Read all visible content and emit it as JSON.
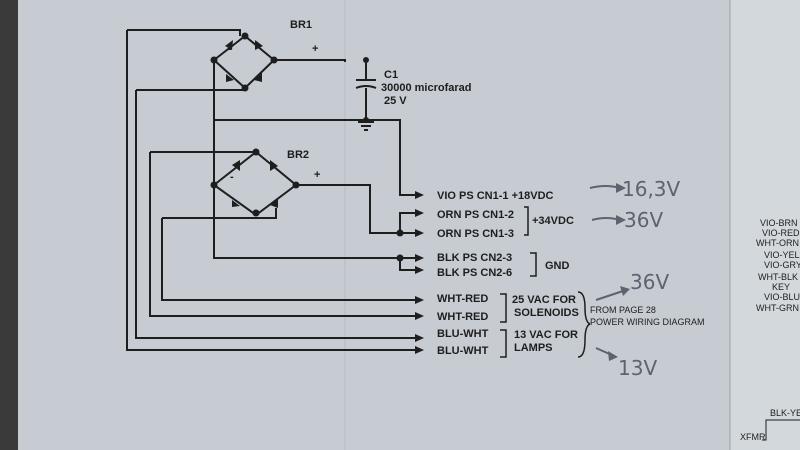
{
  "bridges": {
    "br1": {
      "label": "BR1",
      "minus": "-",
      "plus": "+"
    },
    "br2": {
      "label": "BR2",
      "minus": "-",
      "plus": "+"
    }
  },
  "capacitor": {
    "name": "C1",
    "value": "30000 microfarad",
    "voltage": "25 V"
  },
  "connectors": {
    "vio": "VIO PS CN1-1 +18VDC",
    "orn1": "ORN PS CN1-2",
    "orn2": "ORN PS CN1-3",
    "orn_voltage": "+34VDC",
    "blk1": "BLK PS CN2-3",
    "blk2": "BLK PS CN2-6",
    "gnd": "GND",
    "wht_red_1": "WHT-RED",
    "wht_red_2": "WHT-RED",
    "solenoid_line1": "25 VAC FOR",
    "solenoid_line2": "SOLENOIDS",
    "blu_wht_1": "BLU-WHT",
    "blu_wht_2": "BLU-WHT",
    "lamps_line1": "13 VAC FOR",
    "lamps_line2": "LAMPS",
    "from_page_1": "FROM PAGE 28",
    "from_page_2": "POWER WIRING DIAGRAM"
  },
  "handwritten": {
    "vio_measured": "16,3V",
    "orn_measured": "36V",
    "solenoid_measured": "36V",
    "lamps_measured": "13V"
  },
  "right_page_fragments": [
    "VIO-BRN",
    "VIO-RED",
    "WHT-ORN",
    "VIO-YEL",
    "VIO-GRY",
    "WHT-BLK",
    "KEY",
    "VIO-BLU",
    "WHT-GRN",
    "BLK-YEL",
    "XFMR"
  ],
  "colors": {
    "paper": "#c9cfd4",
    "ink": "#1e1e1e",
    "pencil": "#5b6470",
    "binding": "#2a2a2a"
  }
}
